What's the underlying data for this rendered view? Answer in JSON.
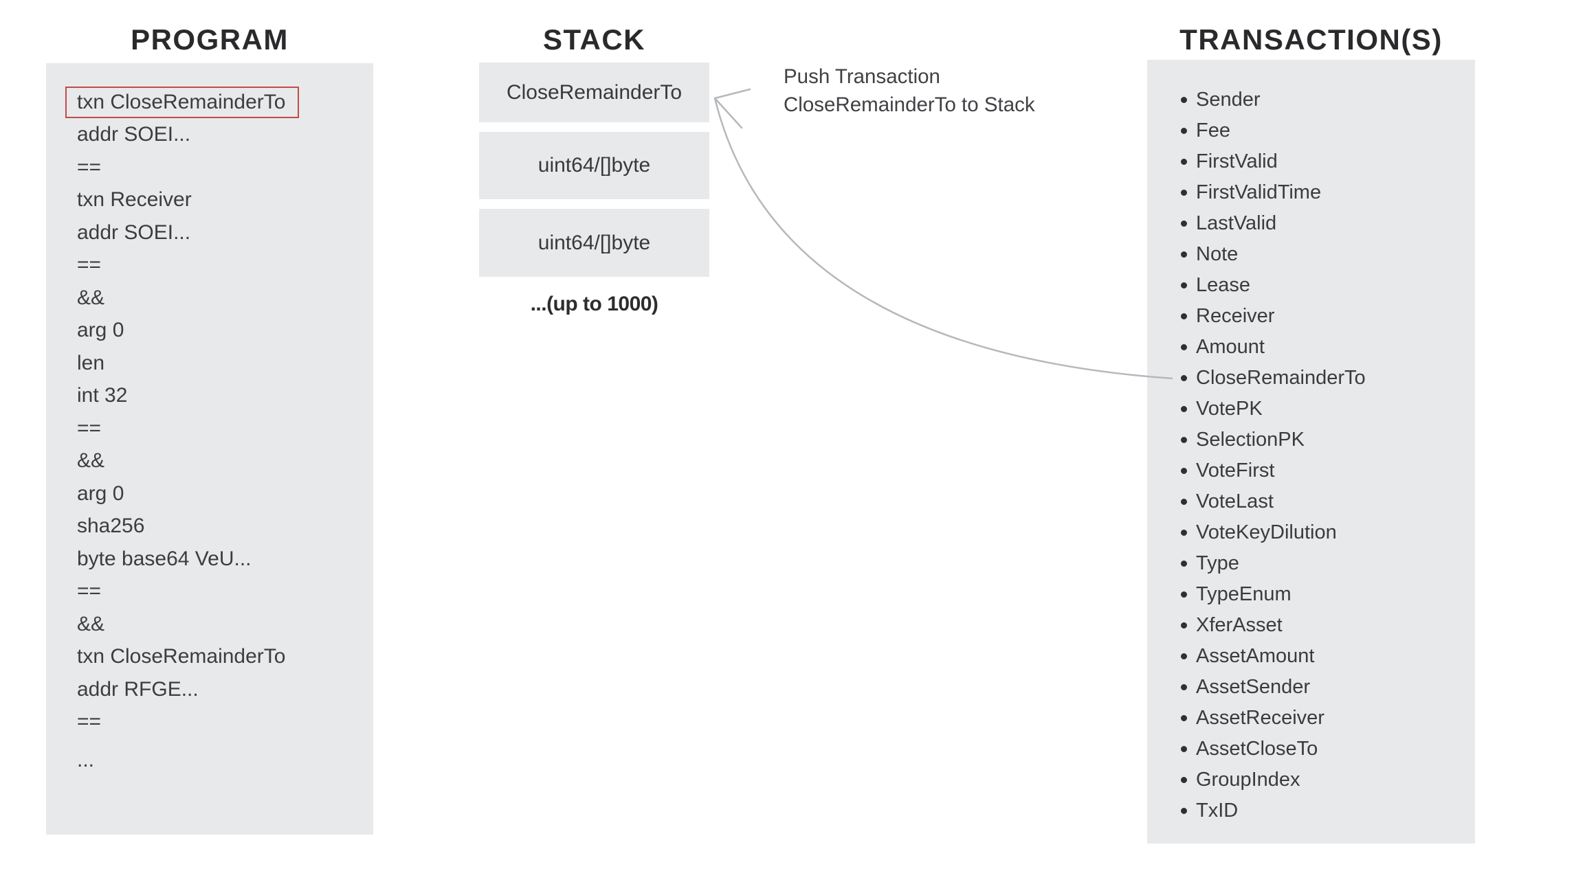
{
  "titles": {
    "program": "PROGRAM",
    "stack": "STACK",
    "transactions": "TRANSACTION(S)"
  },
  "program": {
    "lines": [
      {
        "text": "txn CloseRemainderTo",
        "highlighted": true
      },
      {
        "text": "addr SOEI...",
        "highlighted": false
      },
      {
        "text": "==",
        "highlighted": false
      },
      {
        "text": "txn Receiver",
        "highlighted": false
      },
      {
        "text": "addr SOEI...",
        "highlighted": false
      },
      {
        "text": "==",
        "highlighted": false
      },
      {
        "text": "&&",
        "highlighted": false
      },
      {
        "text": "arg 0",
        "highlighted": false
      },
      {
        "text": "len",
        "highlighted": false
      },
      {
        "text": "int 32",
        "highlighted": false
      },
      {
        "text": "==",
        "highlighted": false
      },
      {
        "text": "&&",
        "highlighted": false
      },
      {
        "text": "arg 0",
        "highlighted": false
      },
      {
        "text": "sha256",
        "highlighted": false
      },
      {
        "text": "byte base64 VeU...",
        "highlighted": false
      },
      {
        "text": "==",
        "highlighted": false
      },
      {
        "text": "&&",
        "highlighted": false
      },
      {
        "text": "txn CloseRemainderTo",
        "highlighted": false
      },
      {
        "text": "addr RFGE...",
        "highlighted": false
      },
      {
        "text": "==",
        "highlighted": false
      },
      {
        "text": "...",
        "highlighted": false
      }
    ]
  },
  "stack": {
    "boxes": [
      "CloseRemainderTo",
      "uint64/[]byte",
      "uint64/[]byte"
    ],
    "caption": "...(up to 1000)"
  },
  "annotation": {
    "line1": "Push Transaction",
    "line2": "CloseRemainderTo to Stack"
  },
  "transactions": {
    "items": [
      "Sender",
      "Fee",
      "FirstValid",
      "FirstValidTime",
      "LastValid",
      "Note",
      "Lease",
      "Receiver",
      "Amount",
      "CloseRemainderTo",
      "VotePK",
      "SelectionPK",
      "VoteFirst",
      "VoteLast",
      "VoteKeyDilution",
      "Type",
      "TypeEnum",
      "XferAsset",
      "AssetAmount",
      "AssetSender",
      "AssetReceiver",
      "AssetCloseTo",
      "GroupIndex",
      "TxID"
    ]
  },
  "colors": {
    "panel_bg": "#e8e9eb",
    "highlight_border": "#bf4b47",
    "arrow": "#b6b8ba",
    "text": "#3a3b3d"
  }
}
